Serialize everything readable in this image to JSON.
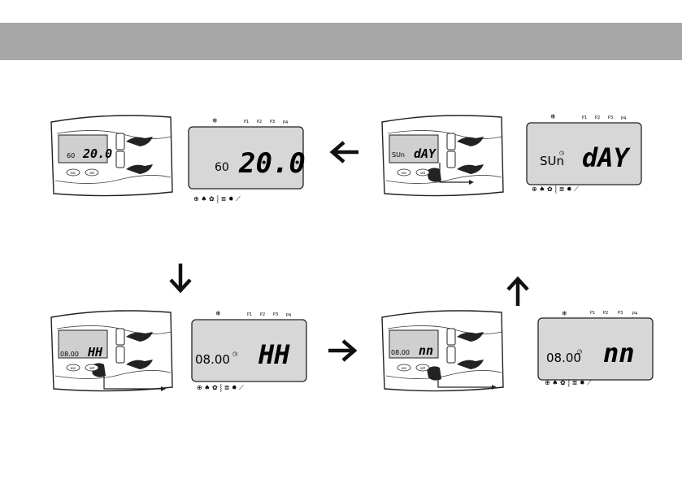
{
  "header": {
    "title": ""
  },
  "steps": [
    {
      "id": "normal",
      "small_value": "60",
      "main_value": "20.0",
      "show_clock": false,
      "indicators": [
        "P1",
        "P2",
        "P3",
        "P4"
      ],
      "buttons": [
        "esc",
        "set"
      ]
    },
    {
      "id": "day",
      "small_value": "SUn",
      "main_value": "dAY",
      "show_clock": true,
      "indicators": [
        "P1",
        "P2",
        "P3",
        "P4"
      ],
      "buttons": [
        "esc",
        "set"
      ]
    },
    {
      "id": "hours",
      "small_value": "08.00",
      "main_value": "HH",
      "show_clock": true,
      "indicators": [
        "P1",
        "P2",
        "P3",
        "P4"
      ],
      "buttons": [
        "esc",
        "set"
      ]
    },
    {
      "id": "minutes",
      "small_value": "08.00",
      "main_value": "nn",
      "show_clock": true,
      "indicators": [
        "P1",
        "P2",
        "P3",
        "P4"
      ],
      "buttons": [
        "esc",
        "set"
      ]
    }
  ],
  "flow_arrows": [
    "left",
    "down",
    "right",
    "up"
  ],
  "colors": {
    "band": "#a7a7a7",
    "lcd": "#d7d7d7",
    "lcd_small": "#cfcfcf",
    "ink": "#1a1a1a"
  }
}
